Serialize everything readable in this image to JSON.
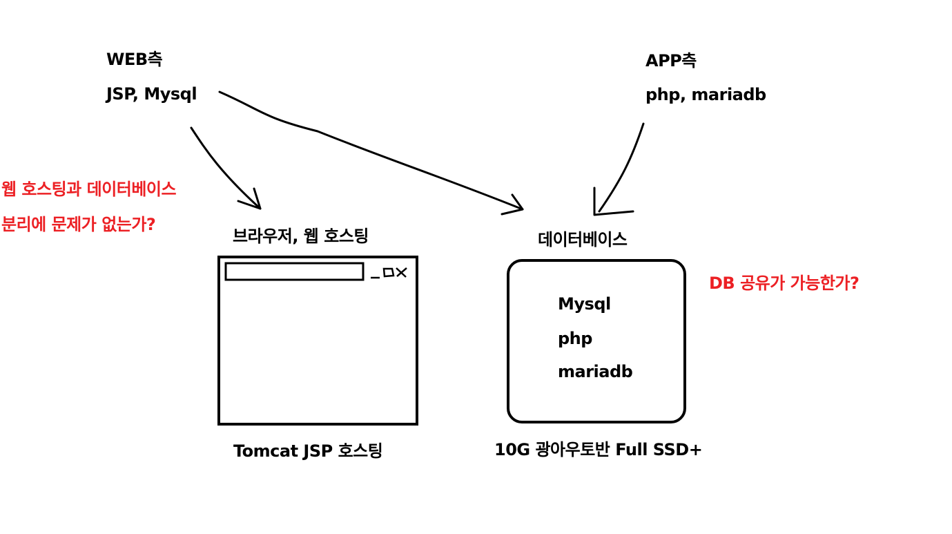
{
  "web_side": {
    "title": "WEB측",
    "stack": "JSP, Mysql"
  },
  "app_side": {
    "title": "APP측",
    "stack": "php, mariadb"
  },
  "question_separation": {
    "line1": "웹 호스팅과 데이터베이스",
    "line2": "분리에 문제가 없는가?"
  },
  "question_db_share": "DB 공유가 가능한가?",
  "browser_box": {
    "label": "브라우저, 웹 호스팅",
    "caption": "Tomcat JSP 호스팅",
    "window_controls": "_ ㅁ X"
  },
  "database_box": {
    "label": "데이터베이스",
    "items": [
      "Mysql",
      "php",
      "mariadb"
    ],
    "caption": "10G 광아우토반 Full SSD+"
  },
  "colors": {
    "ink": "#000000",
    "question": "#ec2024",
    "background": "#ffffff"
  }
}
